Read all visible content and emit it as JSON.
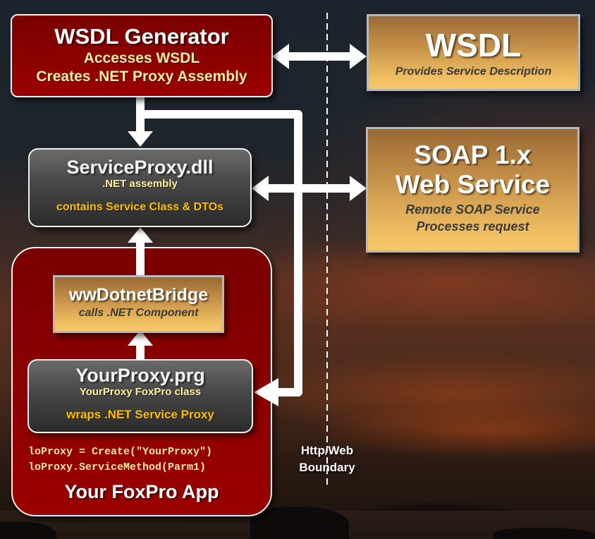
{
  "diagram": {
    "wsdl_generator": {
      "title": "WSDL Generator",
      "line1": "Accesses WSDL",
      "line2": "Creates .NET Proxy Assembly"
    },
    "wsdl": {
      "title": "WSDL",
      "subtitle": "Provides Service Description"
    },
    "service_proxy": {
      "title": "ServiceProxy.dll",
      "subtitle": ".NET assembly",
      "note": "contains Service Class & DTOs"
    },
    "soap_service": {
      "title_line1": "SOAP 1.x",
      "title_line2": "Web Service",
      "line1": "Remote SOAP Service",
      "line2": "Processes request"
    },
    "foxpro_app": {
      "title": "Your FoxPro App",
      "code_line1": "loProxy = Create(\"YourProxy\")",
      "code_line2": "loProxy.ServiceMethod(Parm1)"
    },
    "dotnet_bridge": {
      "title": "wwDotnetBridge",
      "subtitle": "calls .NET Component"
    },
    "your_proxy": {
      "title": "YourProxy.prg",
      "subtitle": "YourProxy FoxPro class",
      "note": "wraps .NET Service Proxy"
    },
    "boundary": {
      "line1": "Http/Web",
      "line2": "Boundary"
    },
    "colors": {
      "red_box": "#8b0000",
      "gold_box": "#f0be62",
      "dark_box": "#3a3a3a",
      "accent_amber": "#ffc000",
      "accent_cream": "#ffee99",
      "connector": "#ffffff"
    }
  }
}
